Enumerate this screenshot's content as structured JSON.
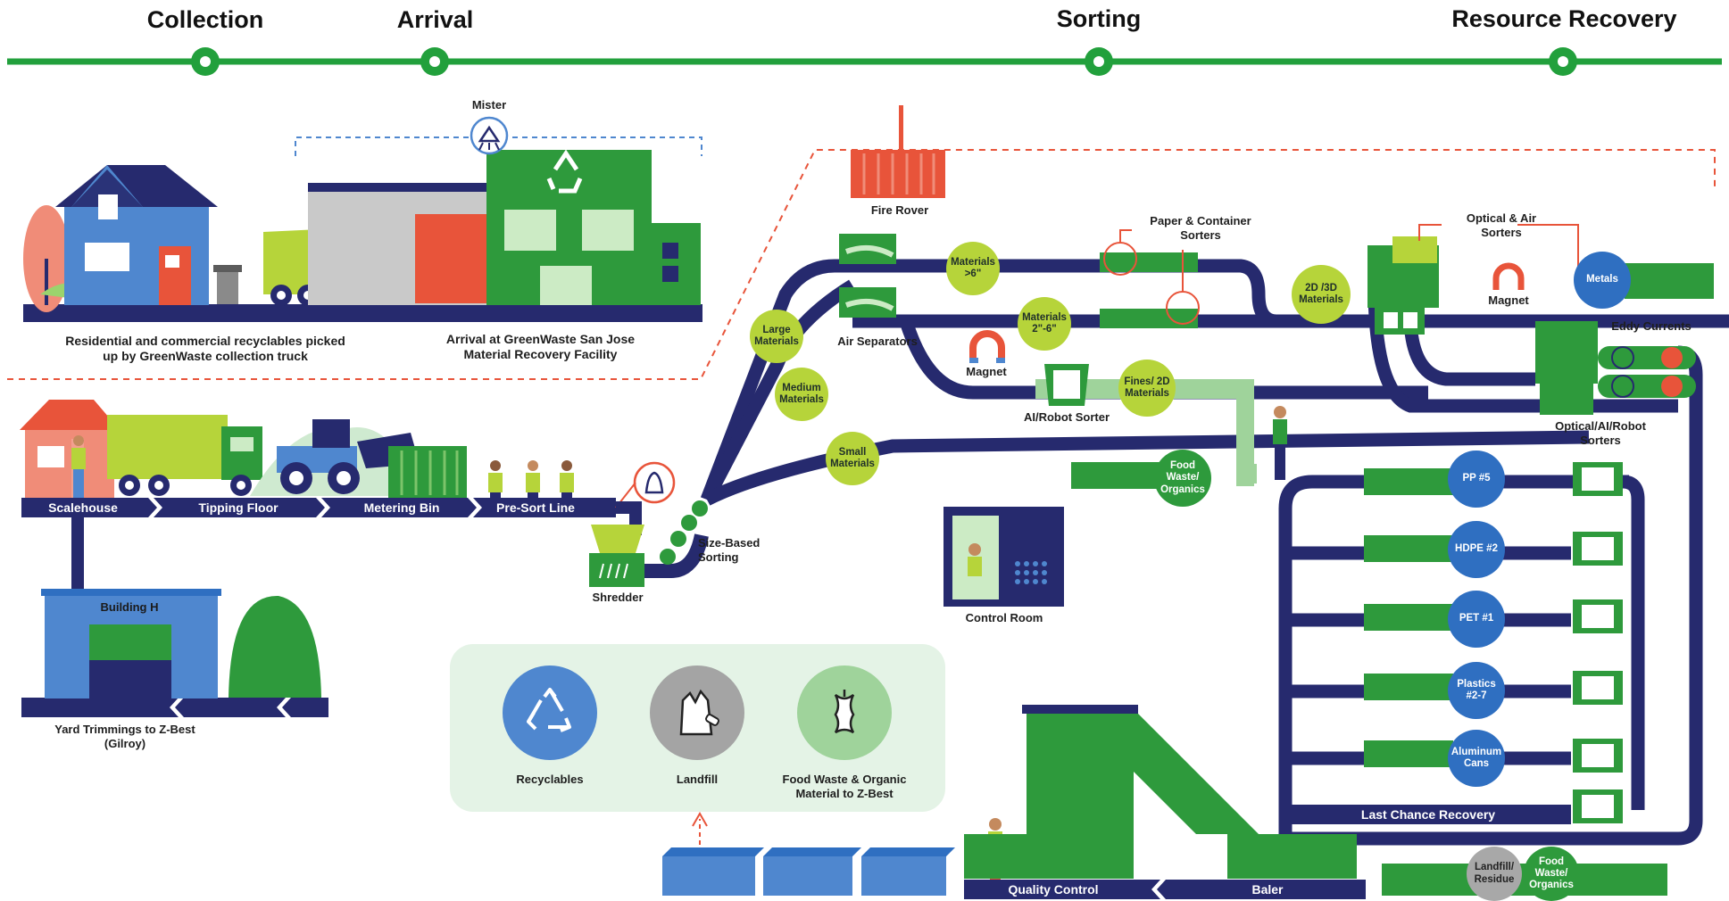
{
  "stages": [
    "Collection",
    "Arrival",
    "Sorting",
    "Resource Recovery"
  ],
  "captions": {
    "collection": "Residential and commercial recyclables picked up by GreenWaste collection truck",
    "arrival": "Arrival at GreenWaste San Jose Material Recovery Facility",
    "mister": "Mister",
    "fire_rover": "Fire Rover",
    "paper_sorters": "Paper & Container Sorters",
    "optical_air": "Optical & Air Sorters",
    "magnet_top": "Magnet",
    "eddy": "Eddy Currents",
    "air_separators": "Air Separators",
    "magnet_mid": "Magnet",
    "ai_robot": "AI/Robot Sorter",
    "optical_ai_robot": "Optical/AI/Robot Sorters",
    "size_based": "Size-Based Sorting",
    "shredder": "Shredder",
    "control_room": "Control Room",
    "building_h": "Building H",
    "yard": "Yard Trimmings to Z-Best (Gilroy)"
  },
  "line_labels": [
    "Scalehouse",
    "Tipping Floor",
    "Metering Bin",
    "Pre-Sort Line"
  ],
  "bottom_belts": {
    "quality": "Quality Control",
    "baler": "Baler",
    "last_chance": "Last Chance Recovery"
  },
  "green_circles": {
    "large": "Large Materials",
    "medium": "Medium Materials",
    "small": "Small Materials",
    "m6": "Materials >6\"",
    "m26": "Materials 2\"-6\"",
    "fines": "Fines/ 2D Materials",
    "twod3d": "2D /3D Materials"
  },
  "blue_circles": {
    "metals": "Metals",
    "pp5": "PP #5",
    "hdpe": "HDPE #2",
    "pet": "PET #1",
    "plastics": "Plastics #2-7",
    "aluminum": "Aluminum Cans"
  },
  "dark_green_circles": {
    "food_mid": "Food Waste/ Organics",
    "food_bottom": "Food Waste/ Organics"
  },
  "gray_circle": "Landfill/ Residue",
  "legend": [
    {
      "label": "Recyclables",
      "icon": "recycle-icon",
      "color": "#4f87cf"
    },
    {
      "label": "Landfill",
      "icon": "trash-bag-icon",
      "color": "#a4a4a4"
    },
    {
      "label": "Food Waste & Organic Material to Z-Best",
      "icon": "apple-core-icon",
      "color": "#9fd39b"
    }
  ],
  "colors": {
    "belt": "#262a6e",
    "green": "#2e9a3c",
    "lime": "#b6d43a",
    "blue": "#2f6fc1",
    "accent_red": "#e8543a",
    "timeline": "#22a03c"
  }
}
